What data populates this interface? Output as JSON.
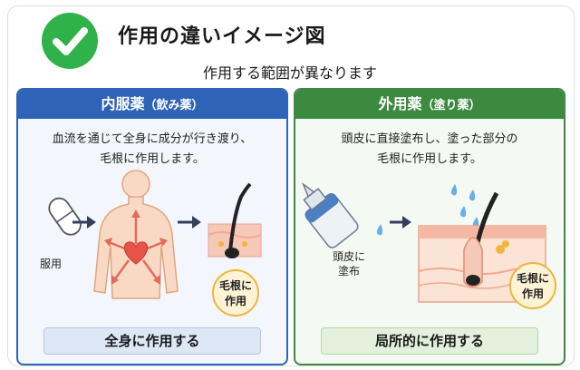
{
  "header": {
    "title": "作用の違いイメージ図",
    "subtitle": "作用する範囲が異なります"
  },
  "colors": {
    "check": "#2fb24a",
    "internal": "#2e63b8",
    "external": "#3c8a3f"
  },
  "internal": {
    "heading_main": "内服薬",
    "heading_sub": "（飲み薬）",
    "desc_line1": "血流を通じて全身に成分が行き渡り、",
    "desc_line2": "毛根に作用します。",
    "pill_label": "服用",
    "badge_line1": "毛根に",
    "badge_line2": "作用",
    "bottom": "全身に作用する"
  },
  "external": {
    "heading_main": "外用薬",
    "heading_sub": "（塗り薬）",
    "desc_line1": "頭皮に直接塗布し、塗った部分の",
    "desc_line2": "毛根に作用します。",
    "apply_line1": "頭皮に",
    "apply_line2": "塗布",
    "badge_line1": "毛根に",
    "badge_line2": "作用",
    "bottom": "局所的に作用する"
  },
  "icons": [
    "checkmark-icon",
    "pill-icon",
    "arrow-right-icon",
    "human-body-icon",
    "heart-icon",
    "hair-follicle-icon",
    "dropper-bottle-icon",
    "water-drop-icon",
    "skin-layer-icon"
  ]
}
